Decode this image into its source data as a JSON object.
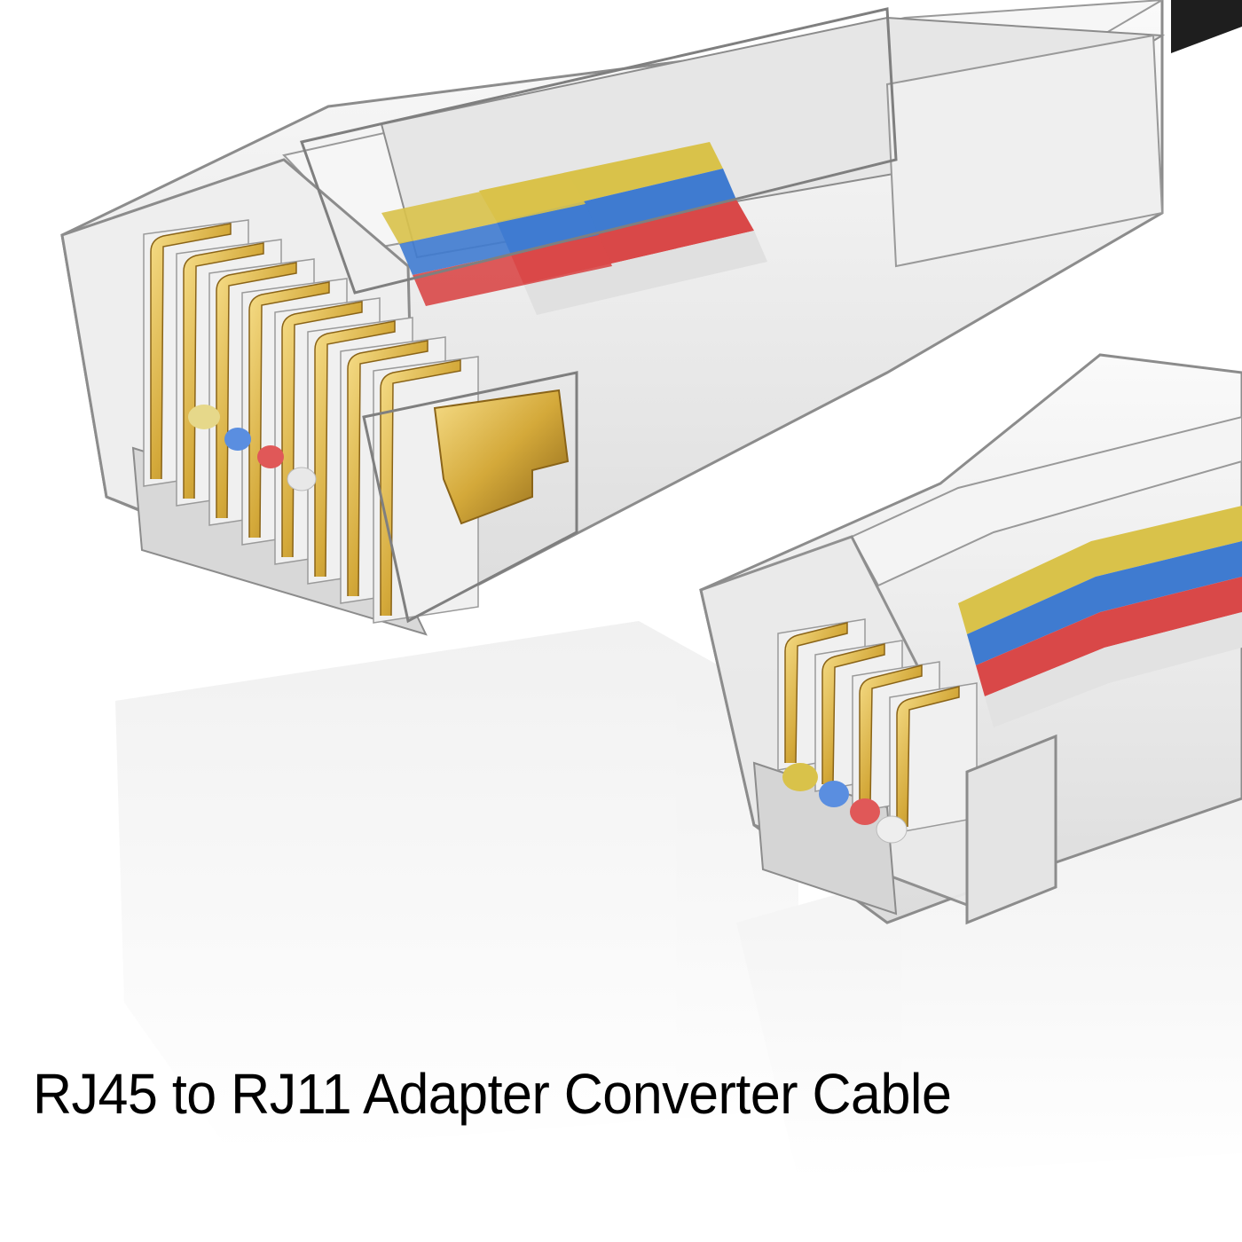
{
  "caption": "RJ45 to RJ11 Adapter Converter Cable",
  "products": {
    "rj45": {
      "label": "RJ45",
      "contact_count": 8
    },
    "rj11": {
      "label": "RJ11",
      "contact_count": 4
    }
  },
  "colors": {
    "background": "#ffffff",
    "plastic_edge": "#8c8c8c",
    "plastic_fill": "#f2f2f2",
    "plastic_shadow": "#c9c9c9",
    "gold": "#d4a93a",
    "gold_dark": "#9c7420",
    "wire_yellow": "#d9c24a",
    "wire_blue": "#3f7bd0",
    "wire_red": "#d94848",
    "wire_white": "#e8e8e8",
    "cable_black": "#1e1e1e"
  }
}
